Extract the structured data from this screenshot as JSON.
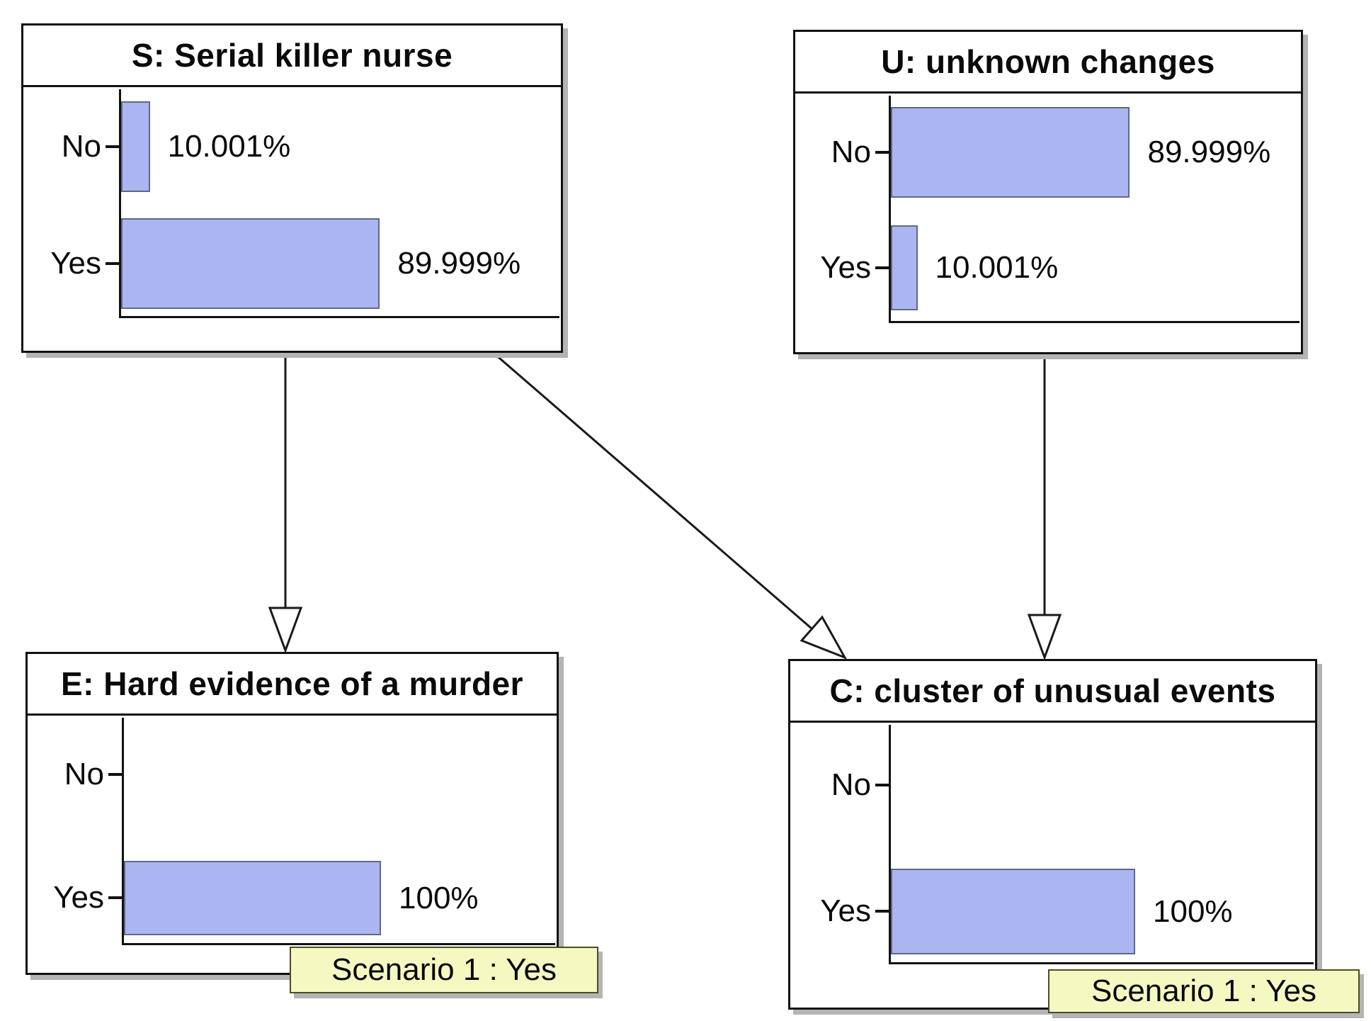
{
  "diagram": {
    "kind": "bayesian-network-risk-monitor",
    "nodes": [
      {
        "id": "S",
        "title": "S: Serial killer nurse",
        "rows": [
          {
            "label": "No",
            "pct": "10.001%",
            "value": 10.001
          },
          {
            "label": "Yes",
            "pct": "89.999%",
            "value": 89.999
          }
        ],
        "scenario": null
      },
      {
        "id": "U",
        "title": "U: unknown changes",
        "rows": [
          {
            "label": "No",
            "pct": "89.999%",
            "value": 89.999
          },
          {
            "label": "Yes",
            "pct": "10.001%",
            "value": 10.001
          }
        ],
        "scenario": null
      },
      {
        "id": "E",
        "title": "E: Hard evidence of a murder",
        "rows": [
          {
            "label": "No",
            "pct": "",
            "value": 0
          },
          {
            "label": "Yes",
            "pct": "100%",
            "value": 100
          }
        ],
        "scenario": "Scenario 1 : Yes"
      },
      {
        "id": "C",
        "title": "C: cluster of unusual events",
        "rows": [
          {
            "label": "No",
            "pct": "",
            "value": 0
          },
          {
            "label": "Yes",
            "pct": "100%",
            "value": 100
          }
        ],
        "scenario": "Scenario 1 : Yes"
      }
    ],
    "edges": [
      {
        "from": "S",
        "to": "E"
      },
      {
        "from": "S",
        "to": "C"
      },
      {
        "from": "U",
        "to": "C"
      }
    ],
    "colors": {
      "bar_fill": "#abb5f1",
      "bar_border": "#5c6a8a",
      "node_border": "#111111",
      "scenario_fill": "#f6f8c2",
      "shadow": "#b4b4b4"
    }
  },
  "chart_data": [
    {
      "type": "bar",
      "title": "S: Serial killer nurse",
      "orientation": "horizontal",
      "categories": [
        "No",
        "Yes"
      ],
      "values": [
        10.001,
        89.999
      ],
      "value_labels": [
        "10.001%",
        "89.999%"
      ],
      "xlabel": "",
      "ylabel": "",
      "xlim": [
        0,
        100
      ],
      "grid": false
    },
    {
      "type": "bar",
      "title": "U: unknown changes",
      "orientation": "horizontal",
      "categories": [
        "No",
        "Yes"
      ],
      "values": [
        89.999,
        10.001
      ],
      "value_labels": [
        "89.999%",
        "10.001%"
      ],
      "xlabel": "",
      "ylabel": "",
      "xlim": [
        0,
        100
      ],
      "grid": false
    },
    {
      "type": "bar",
      "title": "E: Hard evidence of a murder",
      "orientation": "horizontal",
      "categories": [
        "No",
        "Yes"
      ],
      "values": [
        0,
        100
      ],
      "value_labels": [
        "",
        "100%"
      ],
      "annotation": "Scenario 1 : Yes",
      "xlabel": "",
      "ylabel": "",
      "xlim": [
        0,
        100
      ],
      "grid": false
    },
    {
      "type": "bar",
      "title": "C: cluster of unusual events",
      "orientation": "horizontal",
      "categories": [
        "No",
        "Yes"
      ],
      "values": [
        0,
        100
      ],
      "value_labels": [
        "",
        "100%"
      ],
      "annotation": "Scenario 1 : Yes",
      "xlabel": "",
      "ylabel": "",
      "xlim": [
        0,
        100
      ],
      "grid": false
    }
  ]
}
